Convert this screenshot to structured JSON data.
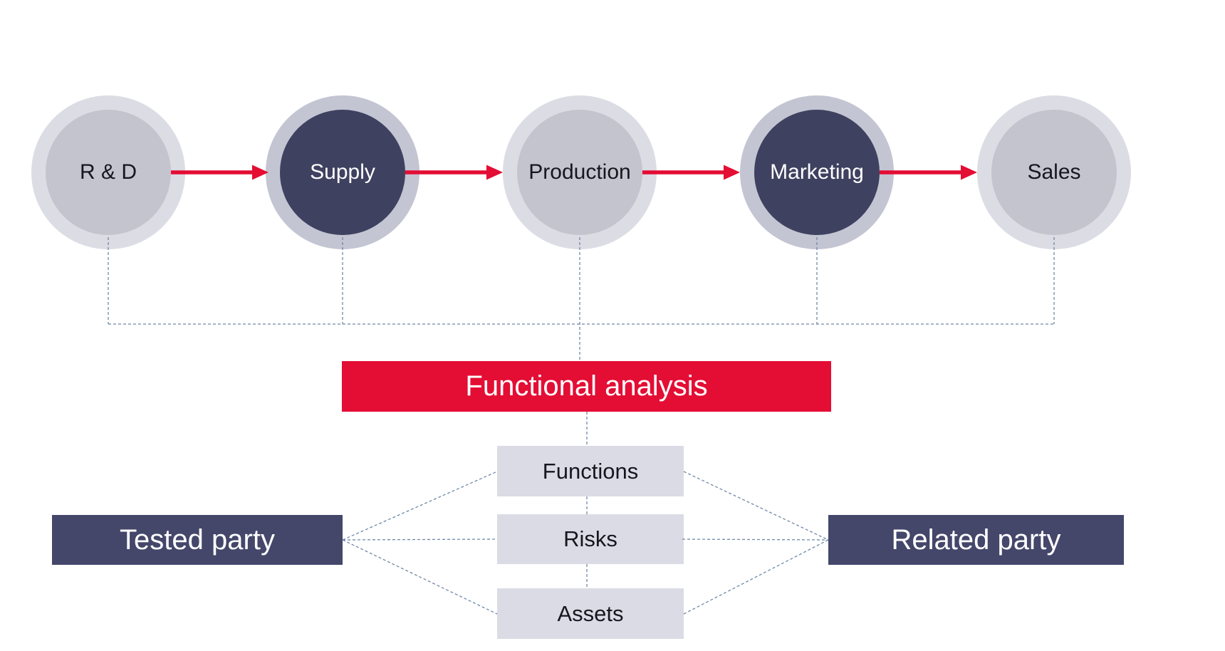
{
  "theme": {
    "accent_red": "#e40d34",
    "navy_box": "#44476a",
    "circle_fill_dark": "#3e415f",
    "circle_ring_dark": "#c4c5d3",
    "circle_fill_light": "#c4c4cf",
    "circle_ring_light": "#dcdce4",
    "item_box_bg": "#dbdbe5",
    "line_color": "#7088a5",
    "text_dark": "#16161f",
    "text_light": "#ffffff",
    "background": "#ffffff"
  },
  "value_chain": {
    "stages": [
      {
        "label": "R & D",
        "variant": "light"
      },
      {
        "label": "Supply",
        "variant": "dark"
      },
      {
        "label": "Production",
        "variant": "light"
      },
      {
        "label": "Marketing",
        "variant": "dark"
      },
      {
        "label": "Sales",
        "variant": "light"
      }
    ]
  },
  "functional_analysis": {
    "label": "Functional analysis"
  },
  "analysis_items": [
    {
      "label": "Functions"
    },
    {
      "label": "Risks"
    },
    {
      "label": "Assets"
    }
  ],
  "parties": {
    "tested": {
      "label": "Tested party"
    },
    "related": {
      "label": "Related party"
    }
  }
}
